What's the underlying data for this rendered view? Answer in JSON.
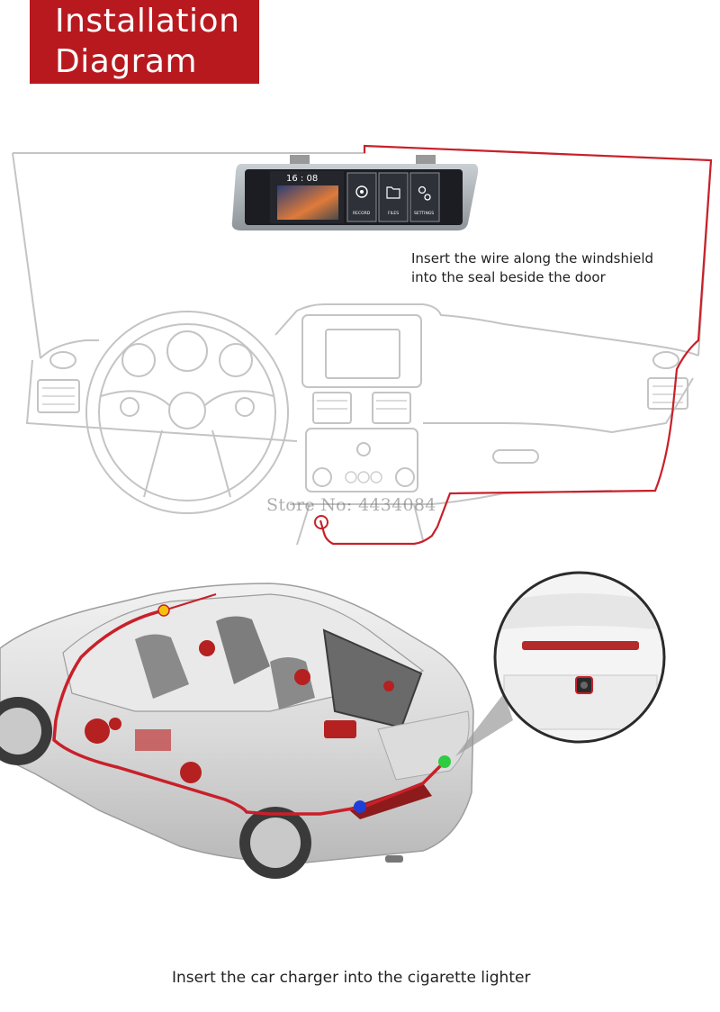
{
  "title": {
    "line1": "Installation",
    "line2": "Diagram"
  },
  "captions": {
    "windshield": [
      "Insert the wire along the windshield",
      "into the seal beside the door"
    ],
    "charger": "Insert the car charger into the cigarette lighter"
  },
  "watermark": "Store No: 4434084",
  "mirror_screen": {
    "time": "16 : 08",
    "menu": [
      "RECORD",
      "FILES",
      "SETTINGS"
    ]
  },
  "colors": {
    "title_bg": "#b8191f",
    "wire": "#c8202a",
    "marker_front": "#f4c20d",
    "marker_trunk": "#2ecc40",
    "marker_rear": "#1f3fd8"
  },
  "icons": [
    "camera-icon",
    "folder-icon",
    "gear-icon"
  ]
}
